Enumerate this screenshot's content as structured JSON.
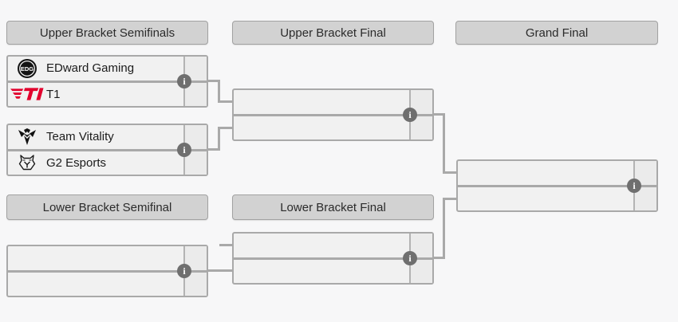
{
  "headers": {
    "upper_semifinals": "Upper Bracket Semifinals",
    "upper_final": "Upper Bracket Final",
    "grand_final": "Grand Final",
    "lower_semifinal": "Lower Bracket Semifinal",
    "lower_final": "Lower Bracket Final"
  },
  "matches": {
    "upper_semifinal_1": {
      "top_team": "EDward Gaming",
      "bottom_team": "T1"
    },
    "upper_semifinal_2": {
      "top_team": "Team Vitality",
      "bottom_team": "G2 Esports"
    },
    "upper_final": {
      "top_team": "",
      "bottom_team": ""
    },
    "lower_semifinal": {
      "top_team": "",
      "bottom_team": ""
    },
    "lower_final": {
      "top_team": "",
      "bottom_team": ""
    },
    "grand_final": {
      "top_team": "",
      "bottom_team": ""
    }
  },
  "icons": {
    "info_glyph": "i",
    "team_logos": {
      "edward_gaming": "edg-logo",
      "t1": "t1-logo",
      "team_vitality": "vitality-logo",
      "g2_esports": "g2-logo"
    }
  },
  "colors": {
    "background": "#f7f7f8",
    "header_fill": "#d2d2d2",
    "box_fill": "#f1f1f1",
    "line_gray": "#a9a9a9",
    "info_circle": "#6f6f6f",
    "edg_black": "#141414",
    "t1_red": "#e2012d",
    "vitality_black": "#111111",
    "g2_black": "#1a1a1a"
  }
}
